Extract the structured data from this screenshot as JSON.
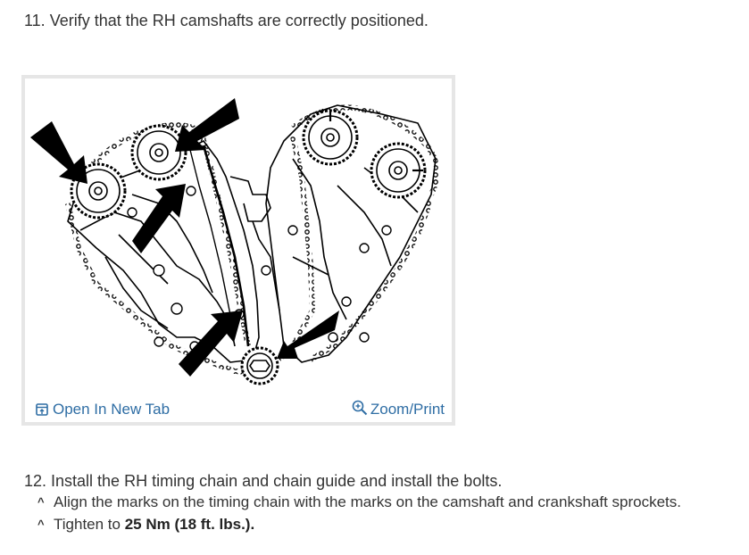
{
  "step11": {
    "text": "11. Verify that the RH camshafts are correctly positioned."
  },
  "figure": {
    "open_tab_label": "Open In New Tab",
    "zoom_print_label": "Zoom/Print"
  },
  "step12": {
    "text": "12. Install the RH timing chain and chain guide and install the bolts.",
    "bullets": [
      {
        "text": "Align the marks on the timing chain with the marks on the camshaft and crankshaft sprockets."
      },
      {
        "prefix": "Tighten to ",
        "bold": "25 Nm (18 ft. lbs.)."
      }
    ]
  },
  "colors": {
    "link": "#2e6da4",
    "text": "#333333",
    "frame": "#e6e6e6"
  },
  "icons": [
    "open-in-new-tab-icon",
    "zoom-magnifier-icon",
    "caret-up-icon"
  ]
}
